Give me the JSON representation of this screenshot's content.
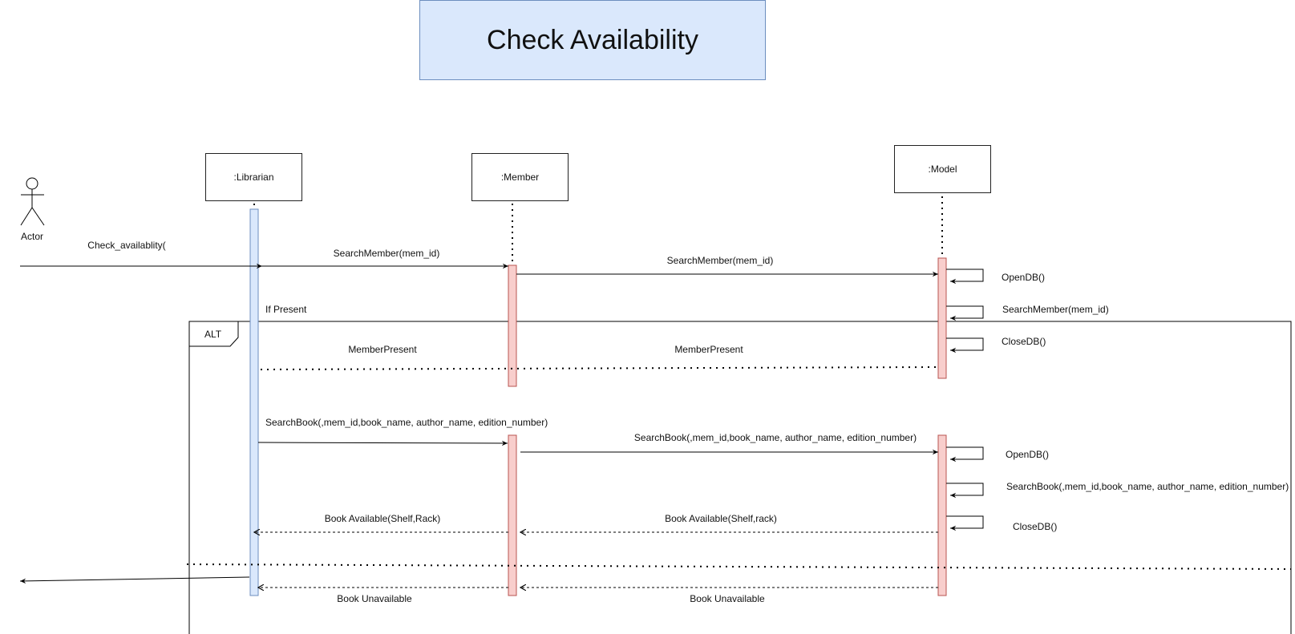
{
  "title": "Check Availability",
  "actor": {
    "label": "Actor"
  },
  "lifelines": [
    {
      "id": "librarian",
      "label": ":Librarian"
    },
    {
      "id": "member",
      "label": ":Member"
    },
    {
      "id": "model",
      "label": ":Model"
    }
  ],
  "fragment": {
    "operator": "ALT",
    "guard": "If Present"
  },
  "messages": {
    "check_availability": "Check_availablity(",
    "search_member_1": "SearchMember(mem_id)",
    "search_member_2": "SearchMember(mem_id)",
    "member_present_1": "MemberPresent",
    "member_present_2": "MemberPresent",
    "search_book_1": "SearchBook(,mem_id,book_name, author_name, edition_number)",
    "search_book_2": "SearchBook(,mem_id,book_name, author_name, edition_number)",
    "book_available_1": "Book Available(Shelf,Rack)",
    "book_available_2": "Book Available(Shelf,rack)",
    "book_unavailable_1": "Book Unavailable",
    "book_unavailable_2": "Book Unavailable"
  },
  "self_calls": {
    "open_db_1": "OpenDB()",
    "search_member": "SearchMember(mem_id)",
    "close_db_1": "CloseDB()",
    "open_db_2": "OpenDB()",
    "search_book": "SearchBook(,mem_id,book_name, author_name, edition_number)",
    "close_db_2": "CloseDB()"
  }
}
